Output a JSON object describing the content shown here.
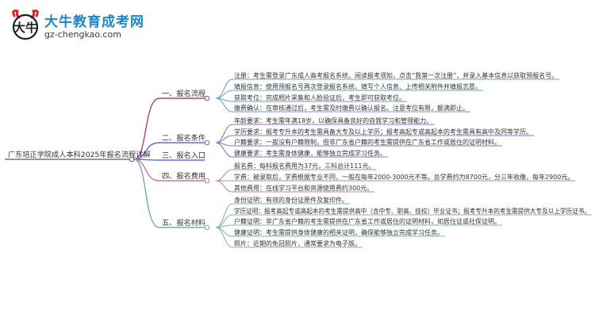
{
  "logo": {
    "brand": "大牛教育成考网",
    "url": "gz-chengkao.com",
    "mark_text": "大牛"
  },
  "root": "广东培正学院成人本科2025年报名流程详解",
  "colors": {
    "root": "#5a5a5a",
    "branch1": "#9b4a8f",
    "branch2": "#8a5cc0",
    "branch3": "#5b74c8",
    "branch4": "#c97894",
    "branch5": "#7aa8b8",
    "leaf1": "#6aa0c6",
    "leaf2": "#8e72c8",
    "leaf3": "#a878b8",
    "leaf4": "#c28a96",
    "leaf5": "#86b2bc"
  },
  "branches": [
    {
      "label": "一、报名流程",
      "items": [
        "注册：考生需登录广东成人高考报名系统，阅读报考须知，点击“我第一次注册”，并录入基本信息以获取预报名号。",
        "填报信息：使用预报名号再次登录报名系统，填写个人信息、上传相关附件并填报志愿。",
        "获取考位：完成相片采集和人脸验证后，考生即可获取考位。",
        "缴费确认：在审核通过后，考生需及时缴费以确认报名。注意考位有限，额满即止。"
      ]
    },
    {
      "label": "二、报名条件",
      "items": [
        "年龄要求：考生需年满18岁，以确保具备良好的自我学习和管理能力。",
        "学历要求：报考专升本的考生需具备大专及以上学历；报考高起专或高起本的考生需具有高中及同等学历。",
        "户籍要求：一般没有户籍限制，但非广东省户籍的考生需提供在广东省工作或居住的证明材料。",
        "健康要求：考生需身体健康，能够独立完成学习任务。"
      ]
    },
    {
      "label": "三、报名入口",
      "items": []
    },
    {
      "label": "四、报名费用",
      "items": [
        "报名费：每科报名费用为37元，三科总计111元。",
        "学费：被录取后，学费根据专业不同，一般在每年2000-3000元不等。总学费约为8700元，分三年收缴，每年2900元。",
        "其他费用：在线学习平台和资源使用费约300元。"
      ]
    },
    {
      "label": "五、报名材料",
      "items": [
        "身份证明：有效的身份证原件及复印件。",
        "学历证明：报考高起专或高起本的考生需提供高中（含中专、职高、技校）毕业证书；报考专升本的考生需提供大专及以上学历证书。",
        "户籍证明：非广东省户籍的考生需提供在广东省工作或居住的证明材料，如居住证或社保证明。",
        "健康证明：考生需提供身体健康的相关证明，确保能够独立完成学习任务。",
        "照片：近期的免冠照片，通常要求为电子版。"
      ]
    }
  ]
}
